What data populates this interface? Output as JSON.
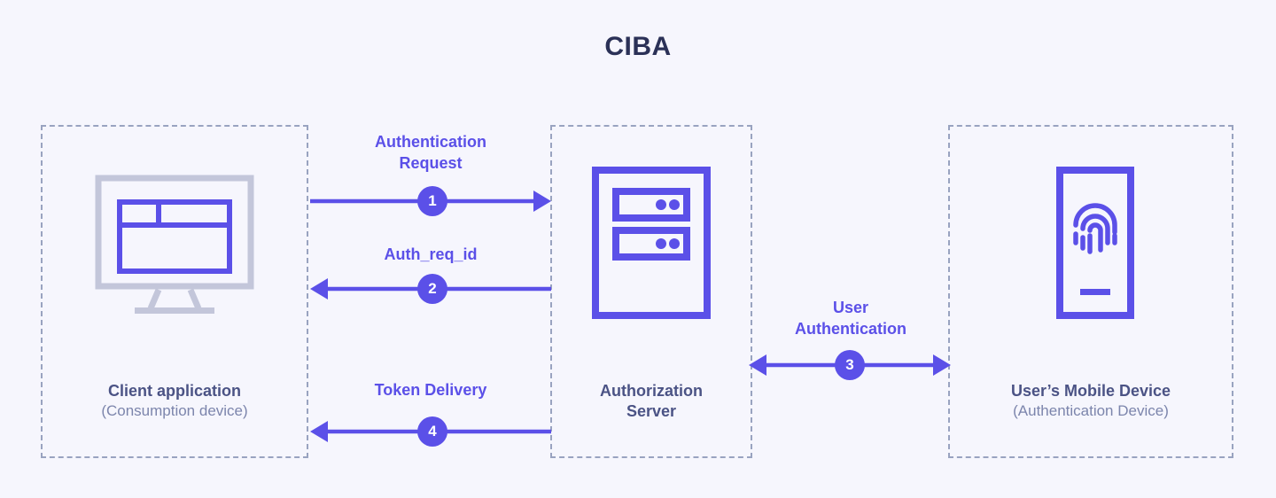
{
  "diagram": {
    "title": "CIBA",
    "colors": {
      "background": "#f6f6fd",
      "title_text": "#2b3157",
      "accent_purple": "#5b50e8",
      "zone_border": "#99a3c0",
      "node_title": "#4b5385",
      "node_subtitle": "#7c85ac",
      "monitor_frame": "#c3c6da",
      "badge_text": "#ffffff"
    },
    "nodes": [
      {
        "id": "client",
        "title": "Client application",
        "subtitle": "(Consumption device)",
        "icon": "desktop-monitor-icon"
      },
      {
        "id": "server",
        "title": "Authorization\nServer",
        "title_line1": "Authorization",
        "title_line2": "Server",
        "subtitle": "",
        "icon": "server-rack-icon"
      },
      {
        "id": "mobile",
        "title": "User’s Mobile Device",
        "subtitle": "(Authentication Device)",
        "icon": "mobile-fingerprint-icon"
      }
    ],
    "flows": [
      {
        "step": "1",
        "label": "Authentication\nRequest",
        "label_line1": "Authentication",
        "label_line2": "Request",
        "direction": "right",
        "from": "client",
        "to": "server"
      },
      {
        "step": "2",
        "label": "Auth_req_id",
        "label_line1": "Auth_req_id",
        "label_line2": "",
        "direction": "left",
        "from": "server",
        "to": "client"
      },
      {
        "step": "3",
        "label": "User\nAuthentication",
        "label_line1": "User",
        "label_line2": "Authentication",
        "direction": "both",
        "from": "server",
        "to": "mobile"
      },
      {
        "step": "4",
        "label": "Token Delivery",
        "label_line1": "Token Delivery",
        "label_line2": "",
        "direction": "left",
        "from": "server",
        "to": "client"
      }
    ]
  }
}
